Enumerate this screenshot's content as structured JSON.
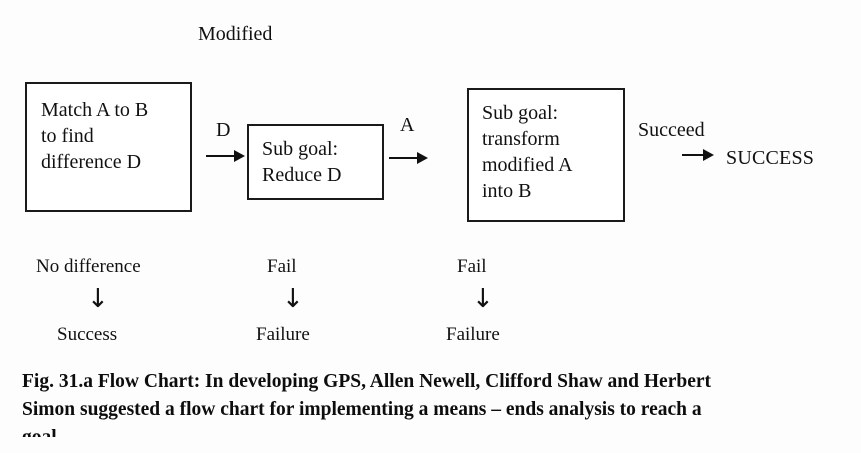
{
  "figure": {
    "top_label": "Modified",
    "boxes": [
      {
        "id": "match",
        "text": "Match A to B\nto find\ndifference D"
      },
      {
        "id": "reduce",
        "text": "Sub goal:\nReduce D"
      },
      {
        "id": "transform",
        "text": "Sub goal:\ntransform\nmodified A\ninto B"
      }
    ],
    "edge_labels": [
      {
        "id": "d-label",
        "text": "D"
      },
      {
        "id": "a-label",
        "text": "A"
      },
      {
        "id": "succeed-label",
        "text": "Succeed"
      }
    ],
    "terminal": "SUCCESS",
    "branches": [
      {
        "id": "branch-1",
        "condition": "No difference",
        "arrow": "↓",
        "outcome": "Success"
      },
      {
        "id": "branch-2",
        "condition": "Fail",
        "arrow": "↓",
        "outcome": "Failure"
      },
      {
        "id": "branch-3",
        "condition": "Fail",
        "arrow": "↓",
        "outcome": "Failure"
      }
    ]
  },
  "caption": {
    "line1": "Fig. 31.a  Flow Chart: In developing GPS, Allen Newell, Clifford Shaw and Herbert",
    "line2": "Simon suggested a flow chart for implementing a means – ends analysis to reach a",
    "line3": "goal."
  },
  "colors": {
    "ink": "#111111",
    "page": "#fdfdfd",
    "border": "#1a1a1a"
  }
}
